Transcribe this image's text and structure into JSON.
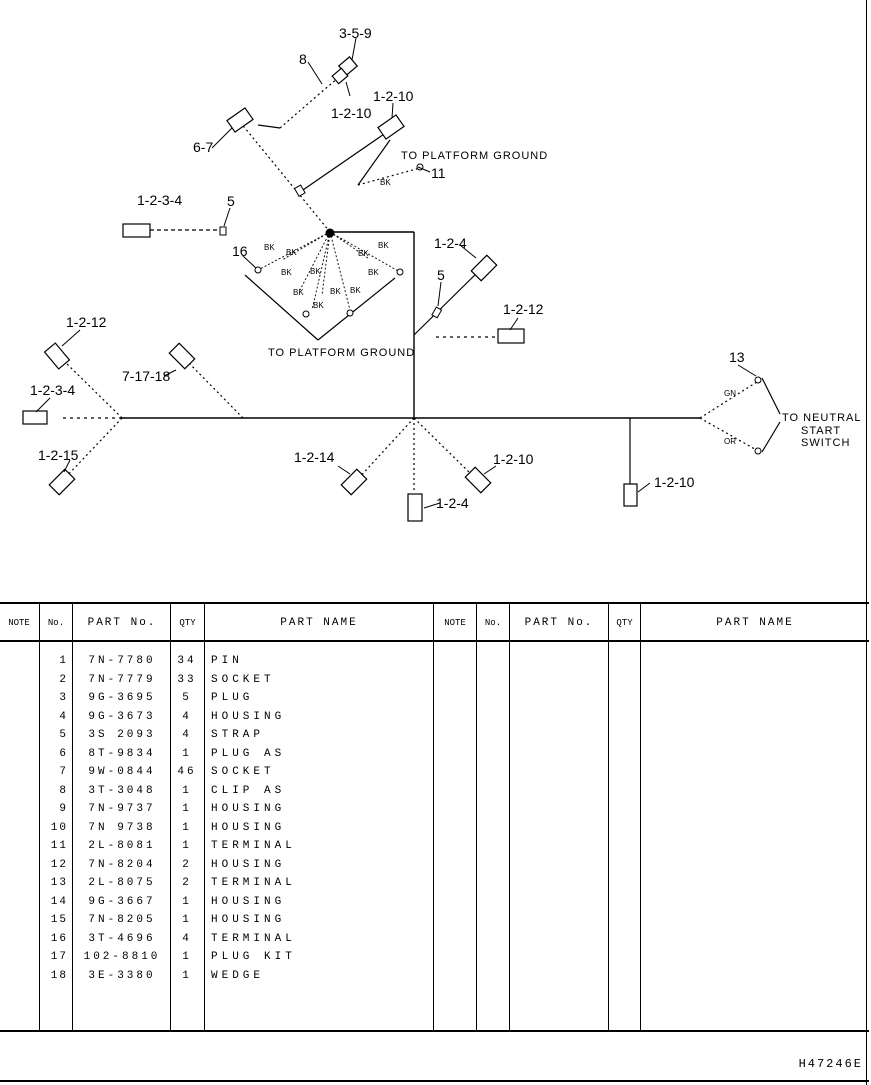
{
  "diagram": {
    "callouts": {
      "c359": "3-5-9",
      "c8": "8",
      "c1210a": "1-2-10",
      "c1210b": "1-2-10",
      "c67": "6-7",
      "c1234a": "1-2-3-4",
      "c5a": "5",
      "c16": "16",
      "c124a": "1-2-4",
      "c5b": "5",
      "c1212a": "1-2-12",
      "c1212b": "1-2-12",
      "c71718": "7-17-18",
      "c1234b": "1-2-3-4",
      "c1215": "1-2-15",
      "c13": "13",
      "c11": "11",
      "c1214": "1-2-14",
      "c1210c": "1-2-10",
      "c124b": "1-2-4",
      "c1210d": "1-2-10"
    },
    "notes": {
      "platform_ground_top": "TO PLATFORM GROUND",
      "platform_ground_mid": "TO PLATFORM GROUND",
      "neutral_1": "TO NEUTRAL",
      "neutral_2": "START",
      "neutral_3": "SWITCH"
    },
    "wire_codes": {
      "bk": "BK",
      "gn": "GN",
      "or": "OR"
    }
  },
  "table": {
    "headers": {
      "note": "NOTE",
      "no": "No.",
      "part_no": "PART No.",
      "qty": "QTY",
      "part_name": "PART NAME"
    },
    "rows": [
      {
        "no": "1",
        "part_no": "7N-7780",
        "qty": "34",
        "name": "PIN"
      },
      {
        "no": "2",
        "part_no": "7N-7779",
        "qty": "33",
        "name": "SOCKET"
      },
      {
        "no": "3",
        "part_no": "9G-3695",
        "qty": "5",
        "name": "PLUG"
      },
      {
        "no": "4",
        "part_no": "9G-3673",
        "qty": "4",
        "name": "HOUSING"
      },
      {
        "no": "5",
        "part_no": "3S 2093",
        "qty": "4",
        "name": "STRAP"
      },
      {
        "no": "6",
        "part_no": "8T-9834",
        "qty": "1",
        "name": "PLUG AS"
      },
      {
        "no": "7",
        "part_no": "9W-0844",
        "qty": "46",
        "name": "SOCKET"
      },
      {
        "no": "8",
        "part_no": "3T-3048",
        "qty": "1",
        "name": "CLIP AS"
      },
      {
        "no": "9",
        "part_no": "7N-9737",
        "qty": "1",
        "name": "HOUSING"
      },
      {
        "no": "10",
        "part_no": "7N 9738",
        "qty": "1",
        "name": "HOUSING"
      },
      {
        "no": "11",
        "part_no": "2L-8081",
        "qty": "1",
        "name": "TERMINAL"
      },
      {
        "no": "12",
        "part_no": "7N-8204",
        "qty": "2",
        "name": "HOUSING"
      },
      {
        "no": "13",
        "part_no": "2L-8075",
        "qty": "2",
        "name": "TERMINAL"
      },
      {
        "no": "14",
        "part_no": "9G-3667",
        "qty": "1",
        "name": "HOUSING"
      },
      {
        "no": "15",
        "part_no": "7N-8205",
        "qty": "1",
        "name": "HOUSING"
      },
      {
        "no": "16",
        "part_no": "3T-4696",
        "qty": "4",
        "name": "TERMINAL"
      },
      {
        "no": "17",
        "part_no": "102-8810",
        "qty": "1",
        "name": "PLUG KIT"
      },
      {
        "no": "18",
        "part_no": "3E-3380",
        "qty": "1",
        "name": "WEDGE"
      }
    ]
  },
  "footer": {
    "drawing_code": "H47246E"
  }
}
